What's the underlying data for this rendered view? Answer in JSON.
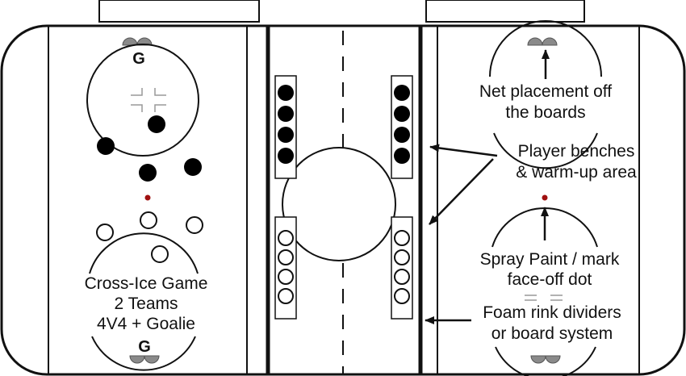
{
  "colors": {
    "line": "#111111",
    "player_dark": "#000000",
    "player_light": "#ffffff",
    "faceoff_dot": "#a01010",
    "net": "#8a8a8a",
    "background": "#ffffff"
  },
  "icons": {
    "net": "hockey-net-icon",
    "arrow": "arrow-icon"
  },
  "goalie_top_label": "G",
  "goalie_bottom_label": "G",
  "game_info": {
    "line1": "Cross-Ice Game",
    "line2": "2 Teams",
    "line3": "4V4 + Goalie"
  },
  "annotations": {
    "net_placement": {
      "line1": "Net placement off",
      "line2": "the boards"
    },
    "player_benches": {
      "line1": "Player benches",
      "line2": "& warm-up area"
    },
    "spray_paint": {
      "line1": "Spray Paint / mark",
      "line2": "face-off dot"
    },
    "dividers": {
      "line1": "Foam rink dividers",
      "line2": "or board system"
    }
  },
  "teams": {
    "dark_players": 4,
    "light_players": 4,
    "bench_slots_per_bench": 4
  }
}
